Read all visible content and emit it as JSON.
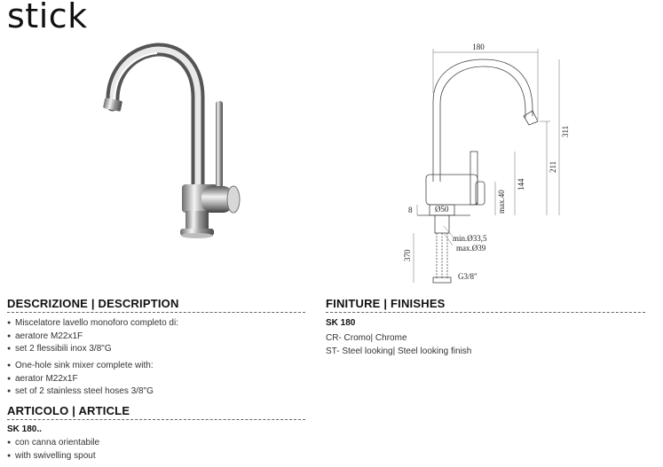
{
  "product": {
    "name": "stick"
  },
  "drawing": {
    "dims": {
      "width": "180",
      "height_total": "311",
      "height_spout": "211",
      "height_body": "144",
      "max_deck": "max.40",
      "base_d": "Ø50",
      "base_h": "8",
      "hole_min": "min.Ø33,5",
      "hole_max": "max.Ø39",
      "hose_len": "370",
      "thread": "G3/8\""
    }
  },
  "description": {
    "heading": "DESCRIZIONE | DESCRIPTION",
    "it": [
      "Miscelatore lavello monoforo completo di:",
      "aeratore M22x1F",
      "set 2 flessibili inox 3/8\"G"
    ],
    "en": [
      "One-hole sink mixer complete with:",
      "aerator M22x1F",
      "set of 2 stainless steel hoses 3/8\"G"
    ]
  },
  "article": {
    "heading": "ARTICOLO | ARTICLE",
    "code": "SK 180..",
    "items": [
      "con canna orientabile",
      "with swivelling spout"
    ]
  },
  "finishes": {
    "heading": "FINITURE | FINISHES",
    "code": "SK 180",
    "items": [
      "CR- Cromo| Chrome",
      "ST- Steel looking| Steel looking finish"
    ]
  }
}
